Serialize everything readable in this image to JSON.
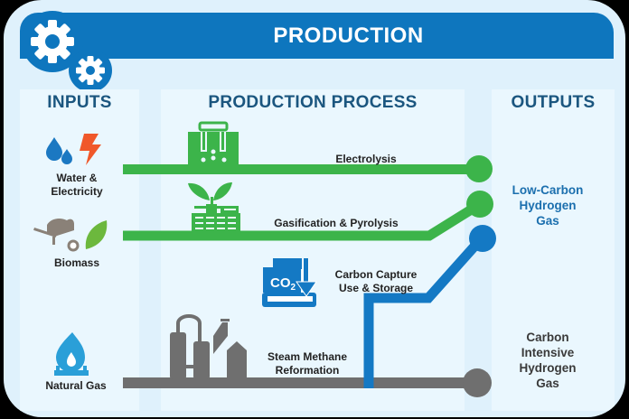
{
  "title": "PRODUCTION",
  "columns": {
    "inputs": "INPUTS",
    "process": "PRODUCTION PROCESS",
    "outputs": "OUTPUTS"
  },
  "inputs": [
    {
      "label_line1": "Water &",
      "label_line2": "Electricity",
      "icons": [
        "water-drops-icon",
        "lightning-bolt-icon"
      ]
    },
    {
      "label": "Biomass",
      "icons": [
        "wheelbarrow-icon",
        "leaf-icon"
      ]
    },
    {
      "label": "Natural Gas",
      "icons": [
        "gas-flame-icon"
      ]
    }
  ],
  "processes": [
    {
      "label": "Electrolysis",
      "icon": "electrolysis-cell-icon",
      "pathway": "green"
    },
    {
      "label": "Gasification & Pyrolysis",
      "icon": "gasification-plant-icon",
      "pathway": "green"
    },
    {
      "label_line1": "Carbon Capture",
      "label_line2": "Use & Storage",
      "icon": "co2-storage-icon",
      "pathway": "blue"
    },
    {
      "label_line1": "Steam Methane",
      "label_line2": "Reformation",
      "icon": "refinery-icon",
      "pathway": "gray"
    }
  ],
  "outputs": [
    {
      "line1": "Low-Carbon",
      "line2": "Hydrogen",
      "line3": "Gas"
    },
    {
      "line1": "Carbon",
      "line2": "Intensive",
      "line3": "Hydrogen",
      "line4": "Gas"
    }
  ],
  "co2_text": "CO2",
  "colors": {
    "banner": "#0e76be",
    "green": "#3cb44a",
    "blue": "#1479c4",
    "gray": "#6f6f6f",
    "heading": "#1b567f",
    "low_carbon_text": "#1b6fae",
    "carbon_intensive_text": "#3a3a3a",
    "bolt": "#f0582a",
    "drop": "#1b78c2",
    "leaf": "#6cb83d",
    "flame": "#2a9fd8"
  }
}
